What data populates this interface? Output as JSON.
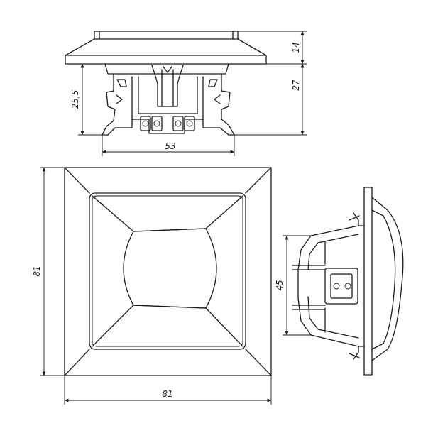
{
  "dimensions": {
    "top_height_plate": "14",
    "top_height_body": "27",
    "top_height_mech": "25,5",
    "top_width_mech": "53",
    "front_height": "81",
    "front_width": "81",
    "side_height": "45"
  }
}
